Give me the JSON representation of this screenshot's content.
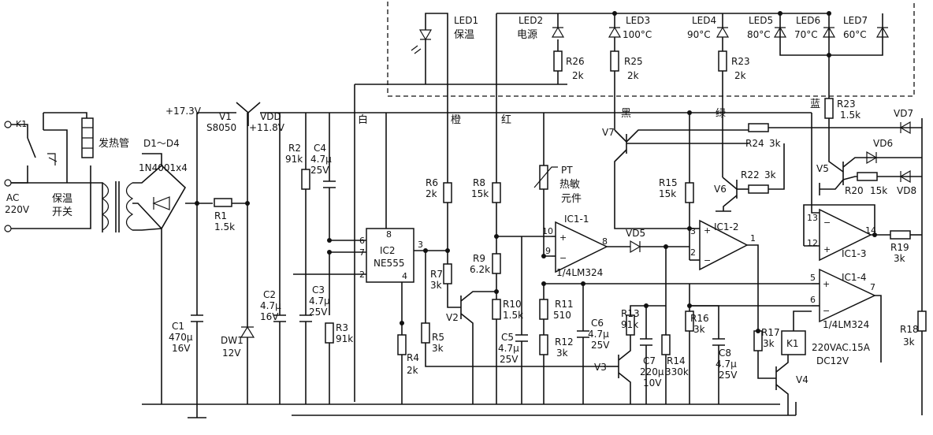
{
  "labels": {
    "k1": "K1",
    "heater": "发热管",
    "ac": "AC",
    "ac_v": "220V",
    "keep_switch_1": "保温",
    "keep_switch_2": "开关",
    "d1d4": "D1～D4",
    "d1d4_type": "1N4001x4",
    "plus173": "+17.3V",
    "v1": "V1",
    "v1_type": "S8050",
    "vdd": "VDD",
    "vdd_v": "+11.8V",
    "r1": "R1",
    "r1_v": "1.5k",
    "c1": "C1",
    "c1_v1": "470μ",
    "c1_v2": "16V",
    "dw1": "DW1",
    "dw1_v": "12V",
    "r2": "R2",
    "r2_v": "91k",
    "c4": "C4",
    "c4_v1": "4.7μ",
    "c4_v2": "25V",
    "c2": "C2",
    "c2_v1": "4.7μ",
    "c2_v2": "16V",
    "c3": "C3",
    "c3_v1": "4.7μ",
    "c3_v2": "25V",
    "r3": "R3",
    "r3_v": "91k",
    "ic2": "IC2",
    "ic2_type": "NE555",
    "pin6": "6",
    "pin7": "7",
    "pin2": "2",
    "pin8": "8",
    "pin3": "3",
    "pin4": "4",
    "r4": "R4",
    "r4_v": "2k",
    "white": "白",
    "orange": "橙",
    "red": "红",
    "black": "黑",
    "green": "绿",
    "blue": "蓝",
    "r6": "R6",
    "r6_v": "2k",
    "r7": "R7",
    "r7_v": "3k",
    "r5": "R5",
    "r5_v": "3k",
    "v2": "V2",
    "r8": "R8",
    "r8_v": "15k",
    "r9": "R9",
    "r9_v": "6.2k",
    "r10": "R10",
    "r10_v": "1.5k",
    "c5": "C5",
    "c5_v1": "4.7μ",
    "c5_v2": "25V",
    "pt1": "PT",
    "pt2": "热敏",
    "pt3": "元件",
    "r11": "R11",
    "r11_v": "510",
    "r12": "R12",
    "r12_v": "3k",
    "c6": "C6",
    "c6_v1": "4.7μ",
    "c6_v2": "25V",
    "ic11": "IC1-1",
    "ic11_type": "1/4LM324",
    "p10": "10",
    "p9": "9",
    "p8": "8",
    "vd5": "VD5",
    "r13": "R13",
    "r13_v": "91k",
    "c7": "C7",
    "c7_v1": "220μ",
    "c7_v2": "10V",
    "r14": "R14",
    "r14_v": "330k",
    "v3": "V3",
    "v7": "V7",
    "r15": "R15",
    "r15_v": "15k",
    "v6": "V6",
    "r16": "R16",
    "r16_v": "3k",
    "c8": "C8",
    "c8_v1": "4.7μ",
    "c8_v2": "25V",
    "ic12": "IC1-2",
    "p3": "3",
    "p2": "2",
    "p1": "1",
    "r17": "R17",
    "r17_v": "3k",
    "relay1": "220VAC.15A",
    "relay2": "DC12V",
    "v4": "V4",
    "r24": "R24",
    "r24_v": "3k",
    "r22": "R22",
    "r22_v": "3k",
    "r23b": "R23",
    "r23b_v": "1.5k",
    "vd7": "VD7",
    "vd6": "VD6",
    "v5": "V5",
    "r20": "R20",
    "r20_v": "15k",
    "vd8": "VD8",
    "p13": "13",
    "p12": "12",
    "p14": "14",
    "ic13": "IC1-3",
    "r19": "R19",
    "r19_v": "3k",
    "p5": "5",
    "p6": "6",
    "p7": "7",
    "ic14": "IC1-4",
    "ic14_type": "1/4LM324",
    "r18": "R18",
    "r18_v": "3k",
    "led1": "LED1",
    "led1_cn": "保温",
    "led2": "LED2",
    "led2_cn": "电源",
    "led3": "LED3",
    "led3_t": "100°C",
    "led4": "LED4",
    "led4_t": "90°C",
    "led5": "LED5",
    "led5_t": "80°C",
    "led6": "LED6",
    "led6_t": "70°C",
    "led7": "LED7",
    "led7_t": "60°C",
    "r26": "R26",
    "r26_v": "2k",
    "r25": "R25",
    "r25_v": "2k",
    "r23": "R23",
    "r23_v": "2k"
  }
}
